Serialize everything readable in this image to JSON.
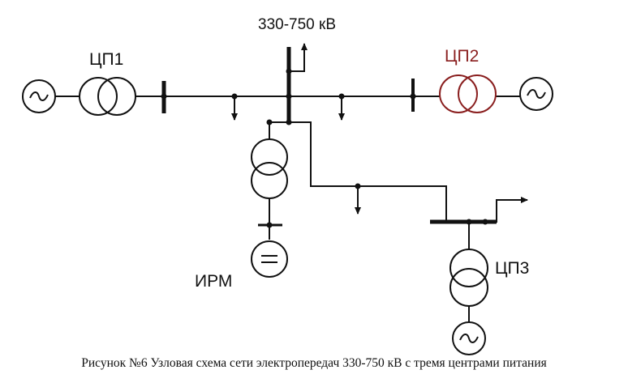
{
  "labels": {
    "voltage_top": "330-750 кВ",
    "cp1": "ЦП1",
    "cp2": "ЦП2",
    "cp3": "ЦП3",
    "irm": "ИРМ"
  },
  "caption": "Рисунок №6 Узловая схема сети электропередач  330-750 кВ с тремя  центрами питания",
  "colors": {
    "line": "#111111",
    "cp2_accent": "#8a1f1f"
  },
  "icons": [
    "generator-icon",
    "transformer-icon",
    "compensator-icon",
    "arrow-icon",
    "busbar-icon"
  ]
}
